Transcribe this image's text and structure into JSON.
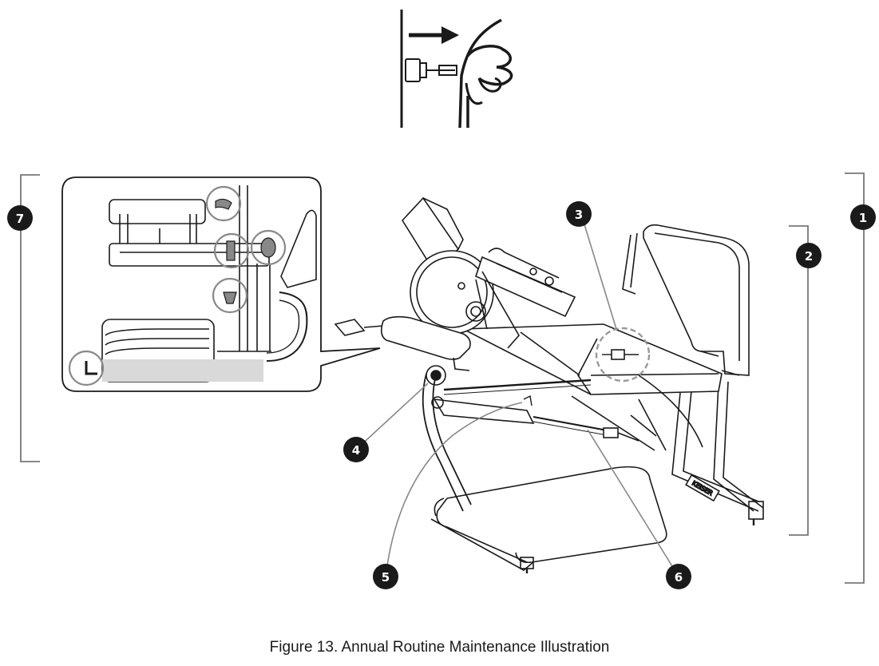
{
  "figure": {
    "caption": "Figure 13. Annual Routine Maintenance Illustration",
    "brand_mark": "KEISER"
  },
  "callouts": [
    {
      "id": "1",
      "label": "1"
    },
    {
      "id": "2",
      "label": "2"
    },
    {
      "id": "3",
      "label": "3"
    },
    {
      "id": "4",
      "label": "4"
    },
    {
      "id": "5",
      "label": "5"
    },
    {
      "id": "6",
      "label": "6"
    },
    {
      "id": "7",
      "label": "7"
    }
  ],
  "colors": {
    "line": "#1a1a1a",
    "badge": "#1a1a1a",
    "leader": "#888888",
    "bracket": "#777777",
    "shade": "#d9d9d9"
  }
}
